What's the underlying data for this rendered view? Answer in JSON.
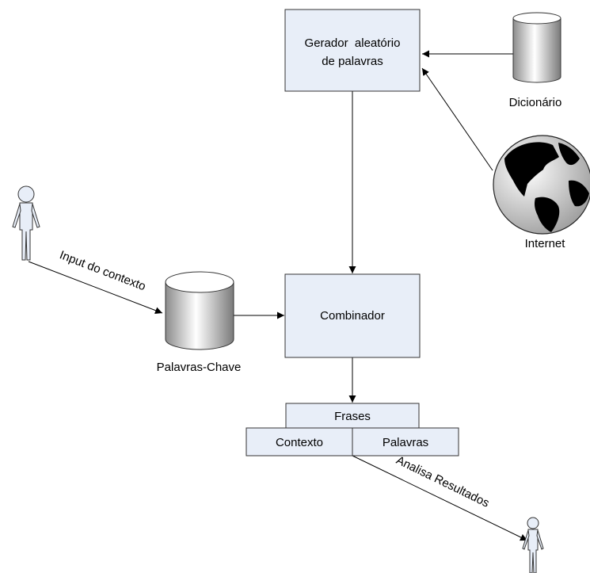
{
  "nodes": {
    "generator": {
      "line1": "Gerador  aleatório",
      "line2": "de palavras"
    },
    "dictionary": {
      "label": "Dicionário"
    },
    "internet": {
      "label": "Internet"
    },
    "keywords": {
      "label": "Palavras-Chave"
    },
    "combiner": {
      "label": "Combinador"
    },
    "phrases": {
      "header": "Frases",
      "left": "Contexto",
      "right": "Palavras"
    }
  },
  "edges": {
    "input": {
      "label": "Input do contexto"
    },
    "analysis": {
      "label": "Analisa Resultados"
    }
  },
  "colors": {
    "box_fill": "#e8eef8",
    "stroke": "#333333",
    "cylinder_light": "#ffffff",
    "cylinder_dark": "#8c8c8c"
  }
}
